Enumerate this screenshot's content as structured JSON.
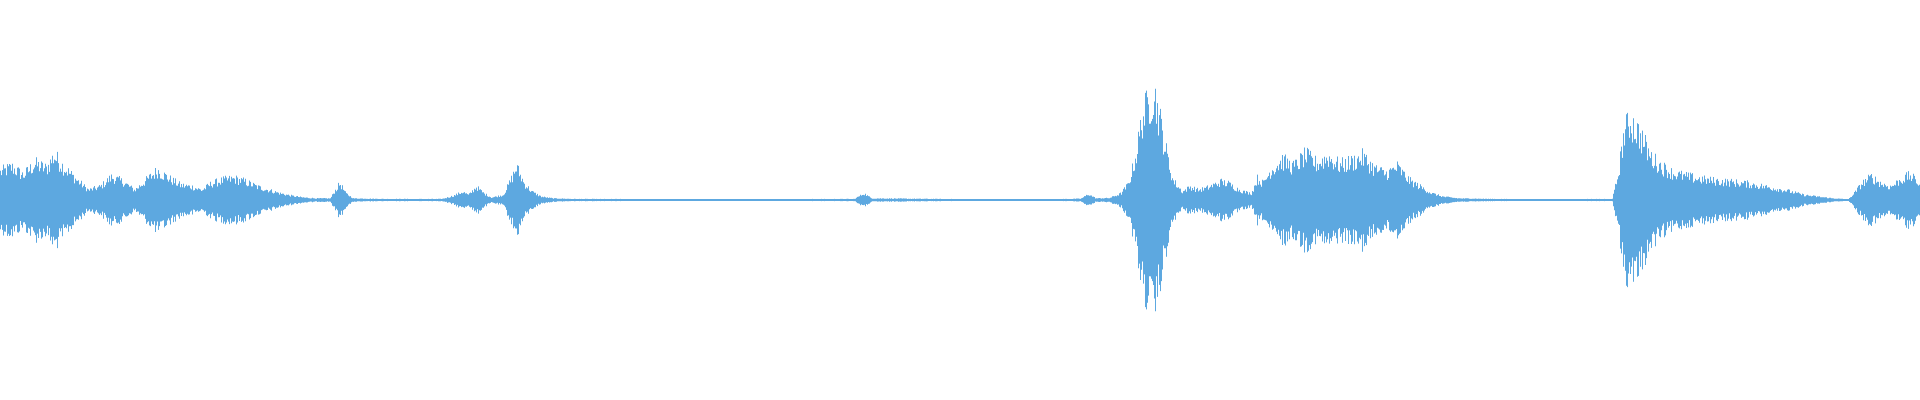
{
  "waveform": {
    "color": "#5DA8E0",
    "background": "#FFFFFF",
    "time_range": [
      0,
      1
    ],
    "amplitude_range": [
      -1,
      1
    ],
    "envelope": [
      [
        0.0,
        0.17
      ],
      [
        0.006,
        0.2
      ],
      [
        0.012,
        0.15
      ],
      [
        0.018,
        0.22
      ],
      [
        0.024,
        0.19
      ],
      [
        0.028,
        0.27
      ],
      [
        0.033,
        0.2
      ],
      [
        0.04,
        0.12
      ],
      [
        0.046,
        0.06
      ],
      [
        0.052,
        0.08
      ],
      [
        0.058,
        0.14
      ],
      [
        0.064,
        0.11
      ],
      [
        0.07,
        0.06
      ],
      [
        0.076,
        0.12
      ],
      [
        0.082,
        0.18
      ],
      [
        0.088,
        0.13
      ],
      [
        0.094,
        0.09
      ],
      [
        0.1,
        0.08
      ],
      [
        0.105,
        0.06
      ],
      [
        0.11,
        0.1
      ],
      [
        0.116,
        0.12
      ],
      [
        0.122,
        0.13
      ],
      [
        0.128,
        0.11
      ],
      [
        0.134,
        0.08
      ],
      [
        0.14,
        0.06
      ],
      [
        0.146,
        0.04
      ],
      [
        0.152,
        0.025
      ],
      [
        0.158,
        0.015
      ],
      [
        0.165,
        0.01
      ],
      [
        0.172,
        0.01
      ],
      [
        0.174,
        0.05
      ],
      [
        0.177,
        0.1
      ],
      [
        0.18,
        0.04
      ],
      [
        0.184,
        0.01
      ],
      [
        0.2,
        0.006
      ],
      [
        0.23,
        0.006
      ],
      [
        0.236,
        0.025
      ],
      [
        0.241,
        0.05
      ],
      [
        0.244,
        0.03
      ],
      [
        0.248,
        0.08
      ],
      [
        0.252,
        0.04
      ],
      [
        0.256,
        0.015
      ],
      [
        0.262,
        0.03
      ],
      [
        0.266,
        0.12
      ],
      [
        0.269,
        0.2
      ],
      [
        0.273,
        0.1
      ],
      [
        0.277,
        0.05
      ],
      [
        0.282,
        0.02
      ],
      [
        0.288,
        0.01
      ],
      [
        0.3,
        0.006
      ],
      [
        0.34,
        0.005
      ],
      [
        0.4,
        0.005
      ],
      [
        0.445,
        0.006
      ],
      [
        0.45,
        0.04
      ],
      [
        0.454,
        0.01
      ],
      [
        0.5,
        0.005
      ],
      [
        0.55,
        0.005
      ],
      [
        0.563,
        0.008
      ],
      [
        0.567,
        0.035
      ],
      [
        0.571,
        0.01
      ],
      [
        0.578,
        0.012
      ],
      [
        0.584,
        0.04
      ],
      [
        0.588,
        0.1
      ],
      [
        0.592,
        0.28
      ],
      [
        0.595,
        0.5
      ],
      [
        0.598,
        0.58
      ],
      [
        0.601,
        0.66
      ],
      [
        0.604,
        0.5
      ],
      [
        0.607,
        0.32
      ],
      [
        0.611,
        0.12
      ],
      [
        0.616,
        0.05
      ],
      [
        0.62,
        0.08
      ],
      [
        0.624,
        0.06
      ],
      [
        0.628,
        0.07
      ],
      [
        0.632,
        0.09
      ],
      [
        0.636,
        0.11
      ],
      [
        0.64,
        0.1
      ],
      [
        0.644,
        0.07
      ],
      [
        0.648,
        0.05
      ],
      [
        0.652,
        0.04
      ],
      [
        0.655,
        0.13
      ],
      [
        0.658,
        0.1
      ],
      [
        0.662,
        0.18
      ],
      [
        0.668,
        0.24
      ],
      [
        0.674,
        0.2
      ],
      [
        0.68,
        0.27
      ],
      [
        0.686,
        0.22
      ],
      [
        0.692,
        0.26
      ],
      [
        0.698,
        0.21
      ],
      [
        0.704,
        0.23
      ],
      [
        0.71,
        0.26
      ],
      [
        0.716,
        0.19
      ],
      [
        0.722,
        0.16
      ],
      [
        0.728,
        0.2
      ],
      [
        0.734,
        0.12
      ],
      [
        0.74,
        0.08
      ],
      [
        0.746,
        0.04
      ],
      [
        0.752,
        0.02
      ],
      [
        0.76,
        0.01
      ],
      [
        0.78,
        0.006
      ],
      [
        0.8,
        0.005
      ],
      [
        0.82,
        0.005
      ],
      [
        0.84,
        0.006
      ],
      [
        0.843,
        0.15
      ],
      [
        0.846,
        0.4
      ],
      [
        0.849,
        0.48
      ],
      [
        0.852,
        0.44
      ],
      [
        0.856,
        0.36
      ],
      [
        0.86,
        0.26
      ],
      [
        0.866,
        0.2
      ],
      [
        0.872,
        0.16
      ],
      [
        0.88,
        0.14
      ],
      [
        0.89,
        0.12
      ],
      [
        0.9,
        0.11
      ],
      [
        0.91,
        0.1
      ],
      [
        0.92,
        0.08
      ],
      [
        0.93,
        0.06
      ],
      [
        0.94,
        0.03
      ],
      [
        0.955,
        0.01
      ],
      [
        0.963,
        0.005
      ],
      [
        0.966,
        0.04
      ],
      [
        0.97,
        0.1
      ],
      [
        0.975,
        0.14
      ],
      [
        0.98,
        0.1
      ],
      [
        0.985,
        0.08
      ],
      [
        0.99,
        0.12
      ],
      [
        0.995,
        0.15
      ],
      [
        1.0,
        0.1
      ]
    ]
  }
}
